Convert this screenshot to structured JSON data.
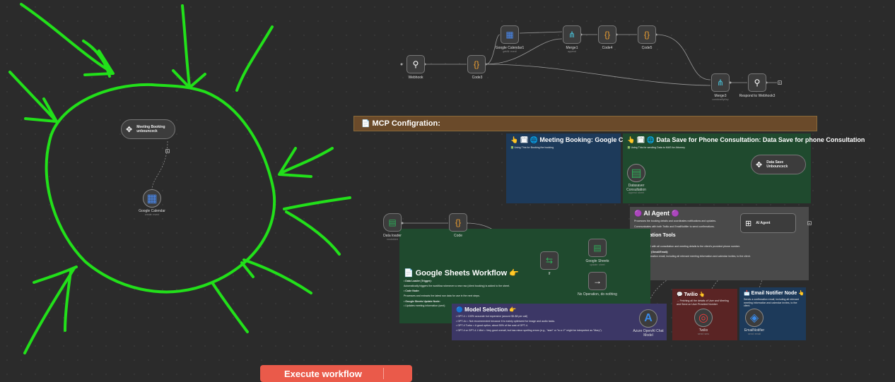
{
  "banner": {
    "icon": "📄",
    "title": "MCP Configration:"
  },
  "execute_button": {
    "label": "Execute workflow"
  },
  "nodes": {
    "webhook": {
      "label": "Webhook"
    },
    "code3": {
      "label": "Code3"
    },
    "google_calendar1": {
      "label": "Google Calendar1",
      "sub": "getAll: event"
    },
    "merge1": {
      "label": "Merge1",
      "sub": "append"
    },
    "code4": {
      "label": "Code4"
    },
    "code5": {
      "label": "Code5"
    },
    "merge3": {
      "label": "Merge3",
      "sub": "combineByKey"
    },
    "respond": {
      "label": "Respond to Webhook3"
    },
    "meeting_booking": {
      "line1": "Meeting Booking",
      "line2": "unbounceck"
    },
    "google_calendar": {
      "label": "Google Calendar",
      "sub": "create: event"
    },
    "data_save": {
      "line1": "Data Save",
      "line2": "Unbounceck"
    },
    "datasaver": {
      "label": "Datasaver Consultation",
      "sub": "append: sheet"
    },
    "data_loader": {
      "label": "Data loader",
      "sub": "rowAdded"
    },
    "code": {
      "label": "Code"
    },
    "if": {
      "label": "If"
    },
    "google_sheets": {
      "label": "Google Sheets",
      "sub": "update: sheet"
    },
    "no_op": {
      "label": "No Operation, do nothing"
    },
    "ai_agent": {
      "label": "AI Agent"
    },
    "azure": {
      "label": "Azure OpenAI Chat Model"
    },
    "twilio": {
      "label": "Twilio",
      "sub": "send: sms"
    },
    "email_notifier": {
      "label": "EmailNotifier",
      "sub": "send: email"
    }
  },
  "stickies": {
    "meeting": {
      "title": "👆 🗓 🌐 Meeting Booking: Google Calendar 👉",
      "lines": [
        "📗 Using This for Booking the booking"
      ]
    },
    "datasave": {
      "title": "👆 🗓 🌐 Data Save for Phone Consultation: Data Save for phone Consultation",
      "lines": [
        "📗 Using This for sending Data to MAS for Attorney"
      ]
    },
    "ai": {
      "title": "🟣 AI Agent 🟣",
      "lines": [
        "Processes the booking details and coordinates notifications and updates.",
        "Communicates with both Twilio and EmailNotifier to send confirmations."
      ],
      "sub_title": "Notification Tools",
      "sub_lines": [
        "Twilio:",
        "Sends an SMS with all consultation and meeting details to the client's provided phone number.",
        "Email Notifier (Gmail/Email):",
        "Sends a confirmation email, including all relevant meeting information and calendar invites, to the client."
      ]
    },
    "sheets": {
      "title": "📄 Google Sheets Workflow 👉",
      "lines": [
        "• Data Loader (Trigger):",
        "Automatically triggers the workflow whenever a new row (client booking) is added to the sheet.",
        "• Code Node:",
        "Processes and extracts the latest row data for use in the next steps.",
        "• Google Sheets Update Node:",
        "• Updates meeting information (sent)"
      ]
    },
    "model": {
      "title": "🔵 Model Selection 👉",
      "lines": [
        "• GPT-4 = 100% accurate but expensive (around $5-$8 per call)",
        "• GPT-4o = Not recommended because it is mainly optimized for image and audio tasks.",
        "• GPT-4 Turbo = A good option, about 50% of the cost of GPT-4.",
        "• GPT-4 or GPT-4.1 Mini = Very good overall, but has minor spelling errors (e.g., \"start\" or \"is a r?\" might be interpreted as \"Mary\")."
      ]
    },
    "twilio": {
      "title": "💬 Twilio 👆",
      "lines": [
        "→ Fetching all the details of User and Meeting and Send on User Provided Number"
      ]
    },
    "email": {
      "title": "📩 Email Notifier Node 👆",
      "lines": [
        "Sends a confirmation email, including all relevant meeting information and calendar invites, to the client."
      ]
    }
  },
  "colors": {
    "annotation": "#22e01a",
    "banner": "#6a4a2a",
    "execute": "#ea5a4a"
  }
}
